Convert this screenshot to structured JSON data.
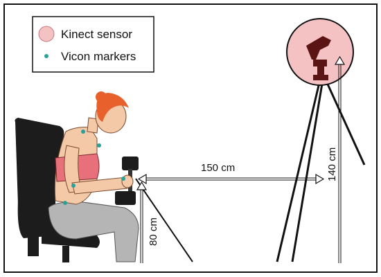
{
  "legend": {
    "kinect_label": "Kinect sensor",
    "vicon_label": "Vicon markers"
  },
  "dimensions": {
    "distance_label": "150 cm",
    "sensor_height_label": "140 cm",
    "dumbbell_height_label": "80 cm"
  },
  "colors": {
    "frame": "#111111",
    "kinect_fill": "#f5c2c4",
    "vicon_marker": "#2aa198",
    "sensor_body": "#5a1414",
    "hair": "#e8602c",
    "skin": "#f3c9a8",
    "top": "#e8707a",
    "pants": "#b5b5b5",
    "chair": "#1c1c1c"
  }
}
